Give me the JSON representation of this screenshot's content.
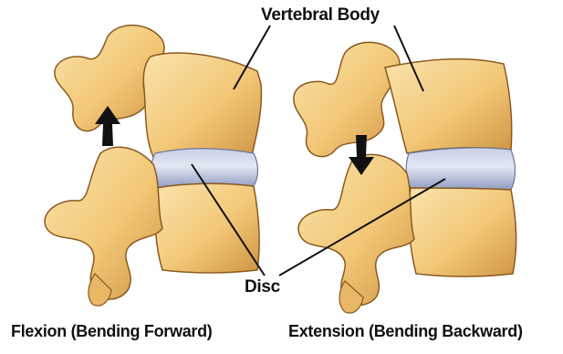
{
  "labels": {
    "vertebral_body": "Vertebral Body",
    "disc": "Disc"
  },
  "captions": {
    "left": "Flexion (Bending Forward)",
    "right": "Extension (Bending Backward)"
  },
  "colors": {
    "bone_fill": "#f4cf86",
    "bone_shadow": "#c98f3f",
    "bone_outline": "#8a5a1e",
    "disc_fill": "#aab5d2",
    "disc_highlight": "#dde3f2",
    "arrow": "#111111",
    "leader_line": "#111111"
  },
  "icons": {
    "left_arrow": "arrow-up-icon",
    "right_arrow": "arrow-down-icon"
  }
}
